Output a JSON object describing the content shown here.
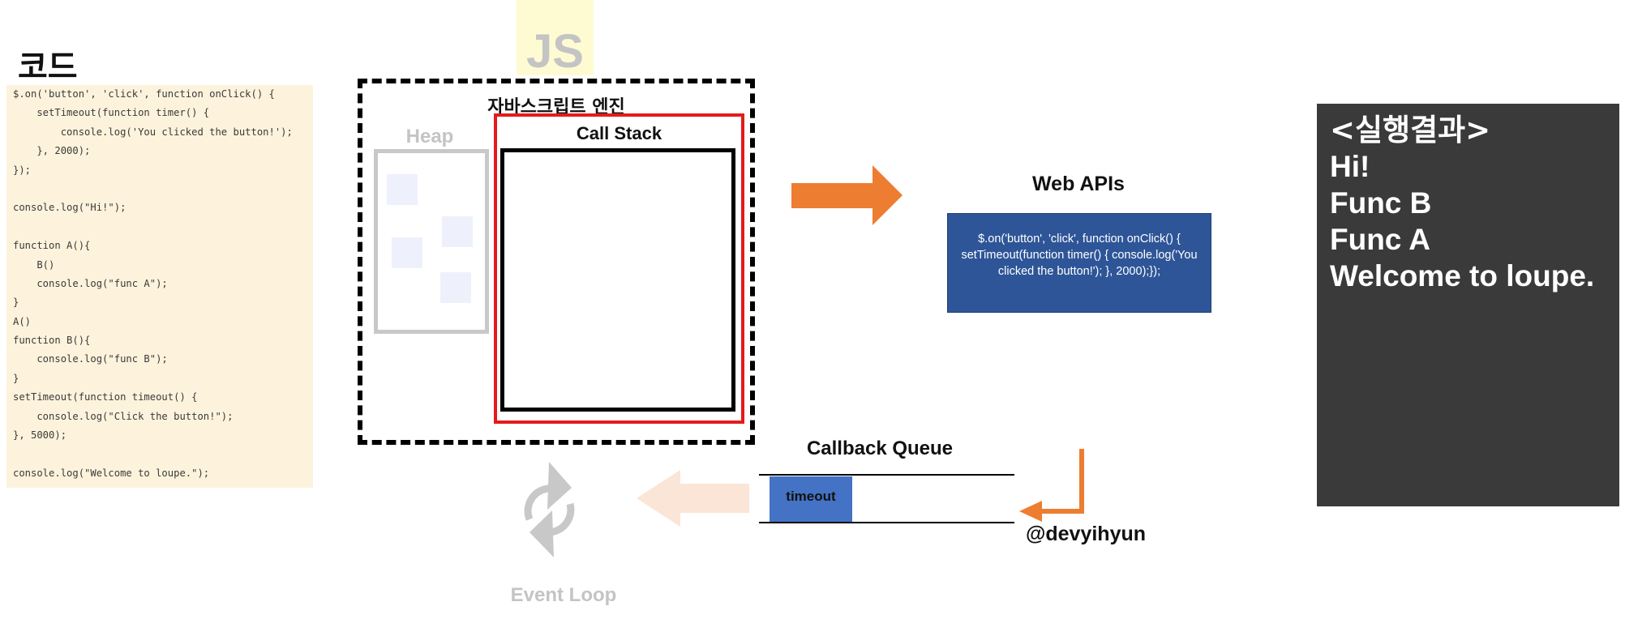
{
  "code": {
    "title": "코드",
    "lines": [
      "$.on('button', 'click', function onClick() {",
      "    setTimeout(function timer() {",
      "        console.log('You clicked the button!');",
      "    }, 2000);",
      "});",
      "",
      "console.log(\"Hi!\");",
      "",
      "function A(){",
      "    B()",
      "    console.log(\"func A\");",
      "}",
      "A()",
      "function B(){",
      "    console.log(\"func B\");",
      "}",
      "setTimeout(function timeout() {",
      "    console.log(\"Click the button!\");",
      "}, 5000);",
      "",
      "console.log(\"Welcome to loupe.\");"
    ]
  },
  "js_badge": {
    "label": "JS"
  },
  "engine": {
    "title": "자바스크립트 엔진",
    "heap_label": "Heap",
    "call_stack_label": "Call Stack"
  },
  "web_apis": {
    "title": "Web APIs",
    "content": "$.on('button', 'click', function onClick() {     setTimeout(function timer() {         console.log('You clicked the button!');     }, 2000);});"
  },
  "callback_queue": {
    "title": "Callback Queue",
    "items": [
      "timeout"
    ]
  },
  "event_loop": {
    "label": "Event Loop"
  },
  "author": "@devyihyun",
  "result": {
    "title": "<실행결과>",
    "lines": [
      "Hi!",
      "Func B",
      "Func A",
      "Welcome to loupe."
    ]
  },
  "colors": {
    "code_bg": "#fdf3dc",
    "js_badge_bg": "#fefbd2",
    "call_stack_border": "#e41b1b",
    "web_apis_bg": "#2e5597",
    "queue_item_bg": "#4472c4",
    "arrow_orange": "#ed7d31",
    "arrow_faded": "#fbe5d6",
    "result_bg": "#3a3a3a",
    "muted_gray": "#c4c4c4"
  }
}
